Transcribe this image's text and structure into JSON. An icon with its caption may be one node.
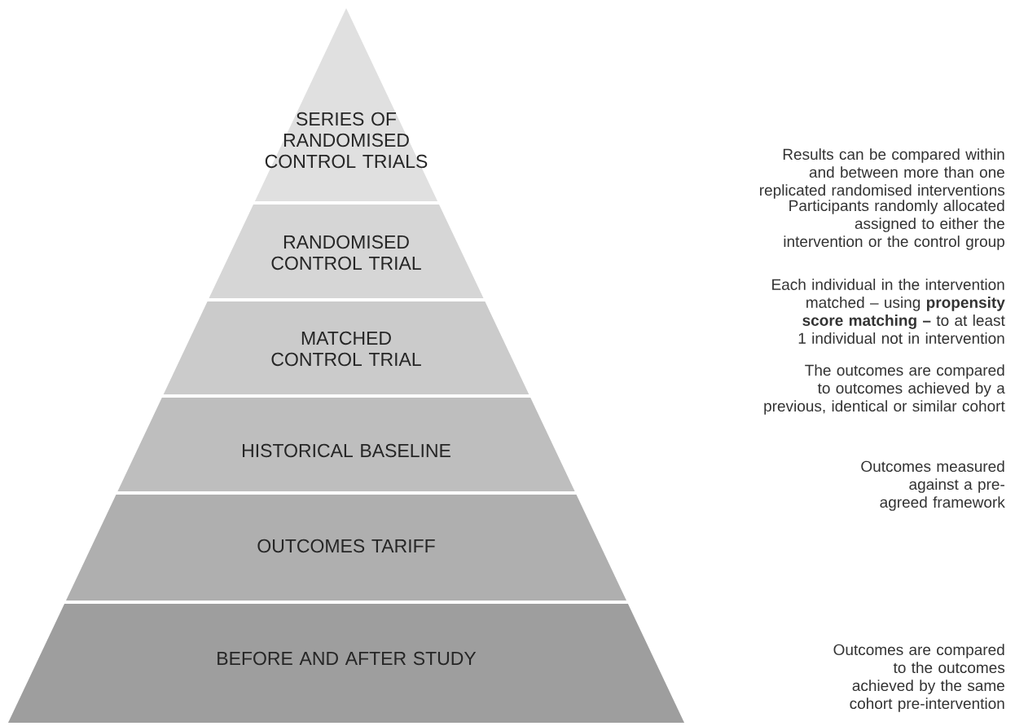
{
  "diagram": {
    "nodes": [
      {
        "text": [
          "SERIES OF RANDOMISED CONTROL TRIALS"
        ]
      },
      {
        "text": [
          "RANDOMISED CONTROL TRIAL"
        ]
      },
      {
        "text": [
          "MATCHED CONTROL TRIAL"
        ]
      },
      {
        "text": [
          "HISTORICAL BASELINE"
        ]
      },
      {
        "text": [
          "OUTCOMES TARIFF"
        ]
      },
      {
        "text": [
          "BEFORE AND AFTER STUDY"
        ]
      }
    ],
    "labels": [
      "Results can be compared within and between more than one replicated randomised interventions",
      "Participants randomly allocated assigned to either the intervention or the control group",
      "Each individual in the intervention matched – using **propensity score matching –** to at least 1 individual not in intervention",
      "The outcomes are compared to outcomes achieved by a previous, identical or similar cohort",
      "Outcomes measured against a pre-agreed framework",
      "Outcomes are compared to the outcomes achieved by the same cohort pre-intervention"
    ]
  }
}
